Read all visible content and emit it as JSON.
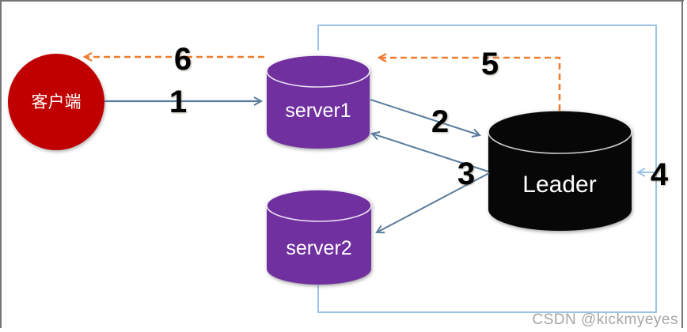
{
  "nodes": {
    "client": {
      "label": "客户端",
      "fill": "#C00000",
      "text_color": "#FFFFFF"
    },
    "server1": {
      "label": "server1",
      "fill": "#7030A0",
      "text_color": "#FFFFFF"
    },
    "server2": {
      "label": "server2",
      "fill": "#7030A0",
      "text_color": "#FFFFFF"
    },
    "leader": {
      "label": "Leader",
      "fill": "#070707",
      "text_color": "#FFFFFF"
    }
  },
  "steps": {
    "s1": "1",
    "s2": "2",
    "s3": "3",
    "s4": "4",
    "s5": "5",
    "s6": "6"
  },
  "colors": {
    "solid_arrow": "#5B7C9D",
    "ack_arrow": "#9DC3E6",
    "dashed_arrow": "#ED7D31",
    "boundary_box": "#9DC3E6",
    "frame_border": "#757575",
    "step_label": "#000000",
    "watermark": "#A6A6A6"
  },
  "watermark": "CSDN @kickmyeyes"
}
